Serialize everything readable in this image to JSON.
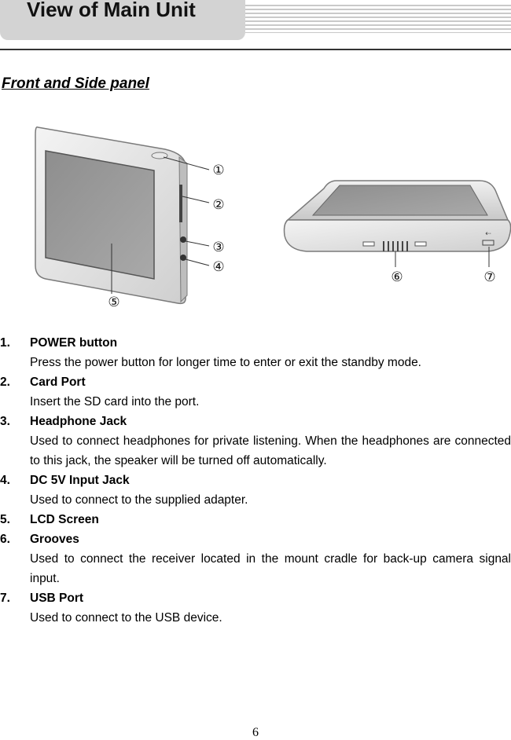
{
  "header": {
    "title": "View of Main Unit"
  },
  "section": {
    "title": "Front and Side panel"
  },
  "figure": {
    "callouts": [
      "①",
      "②",
      "③",
      "④",
      "⑤",
      "⑥",
      "⑦"
    ]
  },
  "items": [
    {
      "num": "1.",
      "name": "POWER button",
      "desc": "Press the power button for longer time to enter or exit the standby mode."
    },
    {
      "num": "2.",
      "name": "Card Port",
      "desc": "Insert the SD card into the port."
    },
    {
      "num": "3.",
      "name": "Headphone Jack",
      "desc": "Used to connect headphones for private listening. When the headphones are connected to this jack, the speaker will be turned off automatically."
    },
    {
      "num": "4.",
      "name": "DC 5V Input Jack",
      "desc": "Used to connect to the supplied adapter."
    },
    {
      "num": "5.",
      "name": "LCD Screen",
      "desc": ""
    },
    {
      "num": "6.",
      "name": "Grooves",
      "desc": "Used to connect the receiver located in the mount cradle for back-up camera signal input."
    },
    {
      "num": "7.",
      "name": "USB Port",
      "desc": "Used to connect to the USB device."
    }
  ],
  "page": {
    "number": "6"
  }
}
